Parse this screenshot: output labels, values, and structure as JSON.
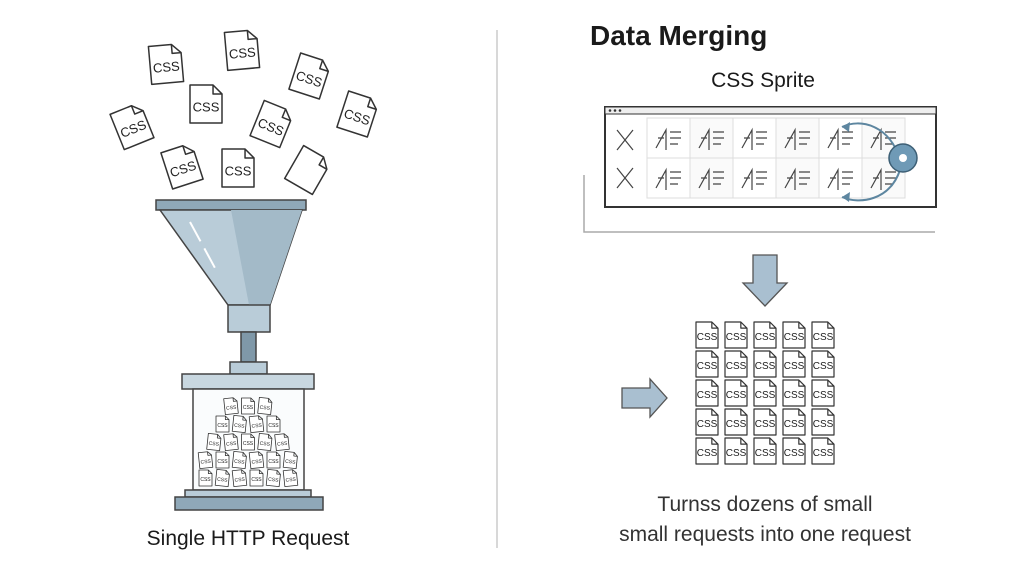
{
  "title": "Data Merging",
  "subtitle": "CSS Sprite",
  "left_label": "Single HTTP Request",
  "caption": [
    "Turnss dozens of small",
    "small requests into one request"
  ],
  "file_label": "CSS",
  "colors": {
    "funnel": "#b9ccd8",
    "funnel_dark": "#8fa8b8",
    "arrow": "#a9bfd0",
    "outline": "#333333"
  }
}
